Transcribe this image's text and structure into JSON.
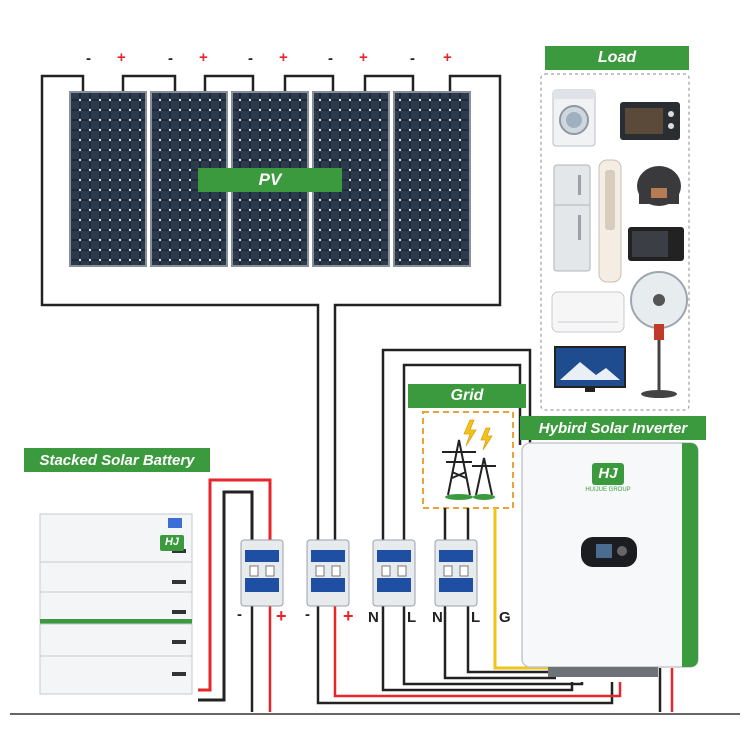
{
  "labels": {
    "pv": "PV",
    "load": "Load",
    "grid": "Grid",
    "battery": "Stacked Solar Battery",
    "inverter": "Hybird Solar Inverter"
  },
  "pv_polarity": {
    "minus": "-",
    "plus": "+"
  },
  "breaker_terminals": {
    "battery": {
      "left": "-",
      "right": "+"
    },
    "pv": {
      "left": "-",
      "right": "+"
    },
    "load": {
      "left": "N",
      "right": "L"
    },
    "grid": {
      "left": "N",
      "right": "L",
      "extra": "G"
    }
  },
  "branding": {
    "logo": "HJ",
    "group": "HUIJUE GROUP"
  },
  "colors": {
    "label_green": "#3c9a3e",
    "positive_wire": "#e6262b",
    "negative_wire": "#222222",
    "ground_wire": "#f2c318",
    "breaker_blue": "#1f4fa3",
    "grid_box_border": "#e8a33a"
  },
  "icons": [
    "solar-panel-icon",
    "washing-machine-icon",
    "oven-icon",
    "refrigerator-icon",
    "air-purifier-icon",
    "rice-cooker-icon",
    "microwave-icon",
    "air-conditioner-icon",
    "fan-icon",
    "tv-icon",
    "transmission-tower-icon",
    "lightning-icon",
    "breaker-icon",
    "battery-module-icon",
    "inverter-icon"
  ]
}
